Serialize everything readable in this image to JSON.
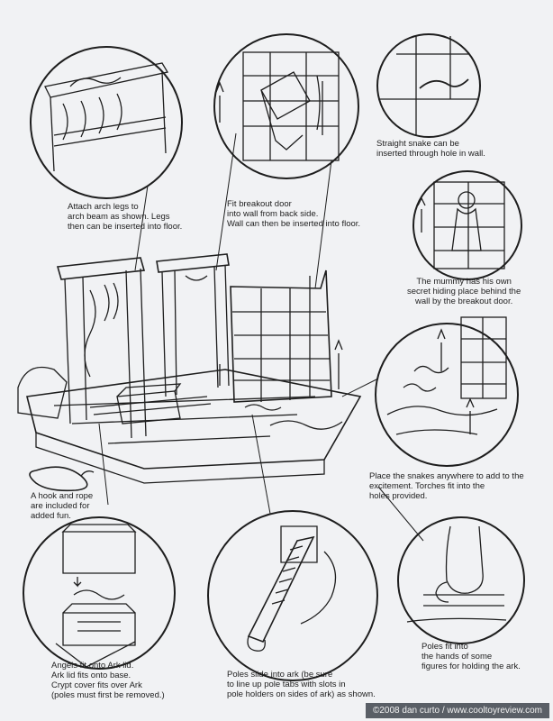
{
  "captions": {
    "arch_legs": "Attach arch legs to\narch beam as shown. Legs\nthen can be inserted into floor.",
    "breakout_door": "Fit breakout door\ninto wall from back side.\nWall can then be inserted into floor.",
    "straight_snake": "Straight snake can be\ninserted through hole in wall.",
    "mummy": "The mummy has his own\nsecret hiding place behind the\nwall by the breakout door.",
    "snakes_torches": "Place the snakes anywhere to add to the\nexcitement. Torches fit into the\nholes provided.",
    "hook_rope": "A hook and rope\nare included for\nadded fun.",
    "angels": "Angels fit onto Ark lid.\nArk lid fits onto base.\nCrypt cover fits over Ark\n(poles must first be removed.)",
    "poles_slide": "Poles slide into ark (be sure\nto line up pole tabs with slots in\npole holders on sides of ark) as shown.",
    "poles_fit": "Poles fit into\nthe hands of some\nfigures for holding the ark."
  },
  "footer": {
    "copyright": "©2008 dan curto / www.cooltoyreview.com"
  },
  "colors": {
    "ink": "#1e1e1e",
    "paper": "#f1f2f4",
    "footer_bg": "#5a5f66"
  }
}
